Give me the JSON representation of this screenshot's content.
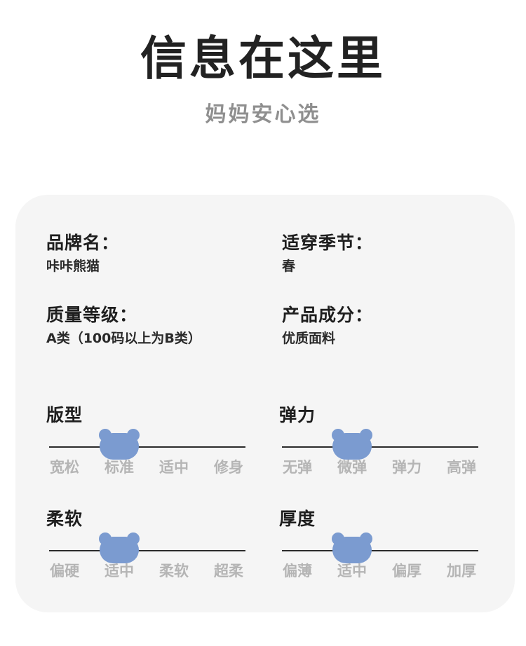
{
  "header": {
    "title": "信息在这里",
    "subtitle": "妈妈安心选"
  },
  "info": [
    {
      "label": "品牌名：",
      "value": "咔咔熊猫"
    },
    {
      "label": "适穿季节：",
      "value": "春"
    },
    {
      "label": "质量等级：",
      "value": "A类（100码以上为B类）"
    },
    {
      "label": "产品成分：",
      "value": "优质面料"
    }
  ],
  "scales": [
    {
      "name": "版型",
      "options": [
        "宽松",
        "标准",
        "适中",
        "修身"
      ],
      "selected": "标准"
    },
    {
      "name": "弹力",
      "options": [
        "无弹",
        "微弹",
        "弹力",
        "高弹"
      ],
      "selected": "微弹"
    },
    {
      "name": "柔软",
      "options": [
        "偏硬",
        "适中",
        "柔软",
        "超柔"
      ],
      "selected": "适中"
    },
    {
      "name": "厚度",
      "options": [
        "偏薄",
        "适中",
        "偏厚",
        "加厚"
      ],
      "selected": "适中"
    }
  ],
  "colors": {
    "background": "#ffffff",
    "card": "#f5f5f5",
    "title": "#222222",
    "subtitle": "#8f8f8f",
    "option_text": "#b5b5b5",
    "knob": "#7b9bd0"
  },
  "icons": {
    "slider_knob": "bear-head-icon"
  }
}
